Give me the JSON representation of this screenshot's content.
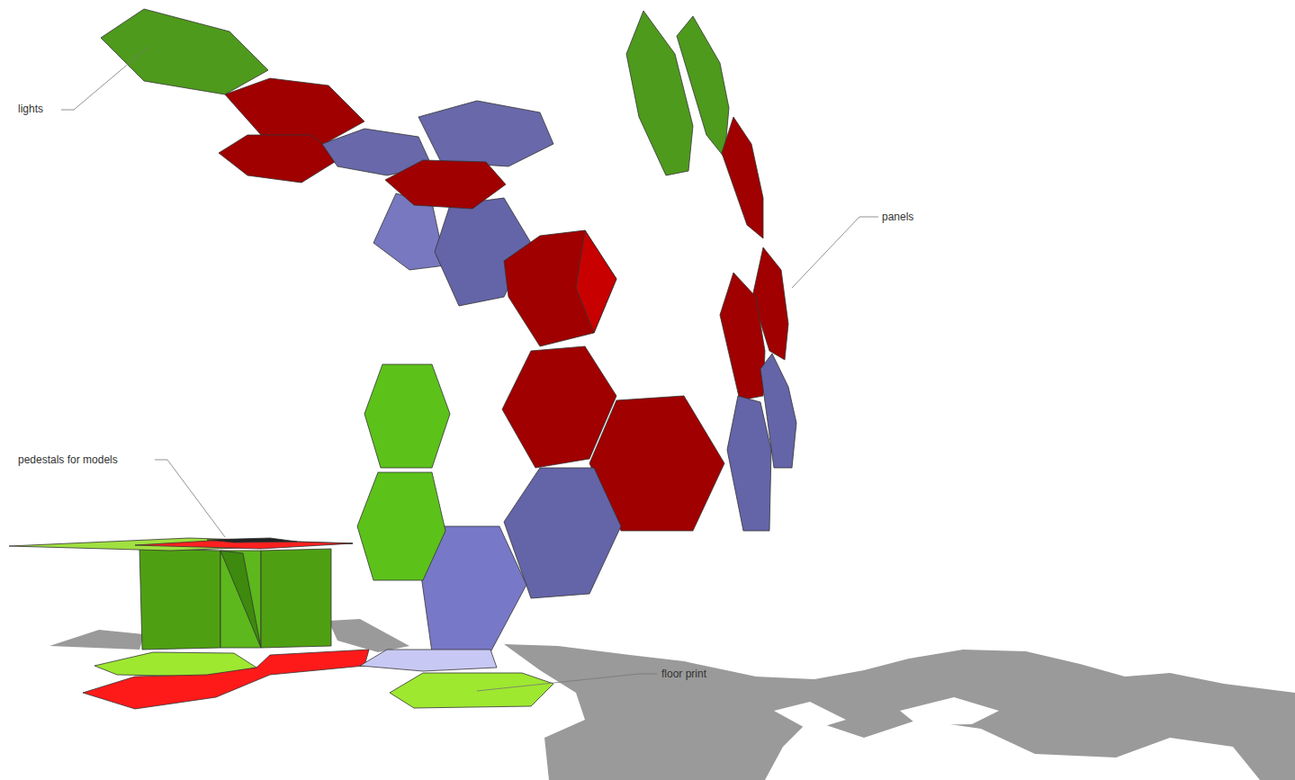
{
  "diagram": {
    "labels": [
      "lights",
      "panels",
      "pedestals for models",
      "floor print"
    ]
  }
}
